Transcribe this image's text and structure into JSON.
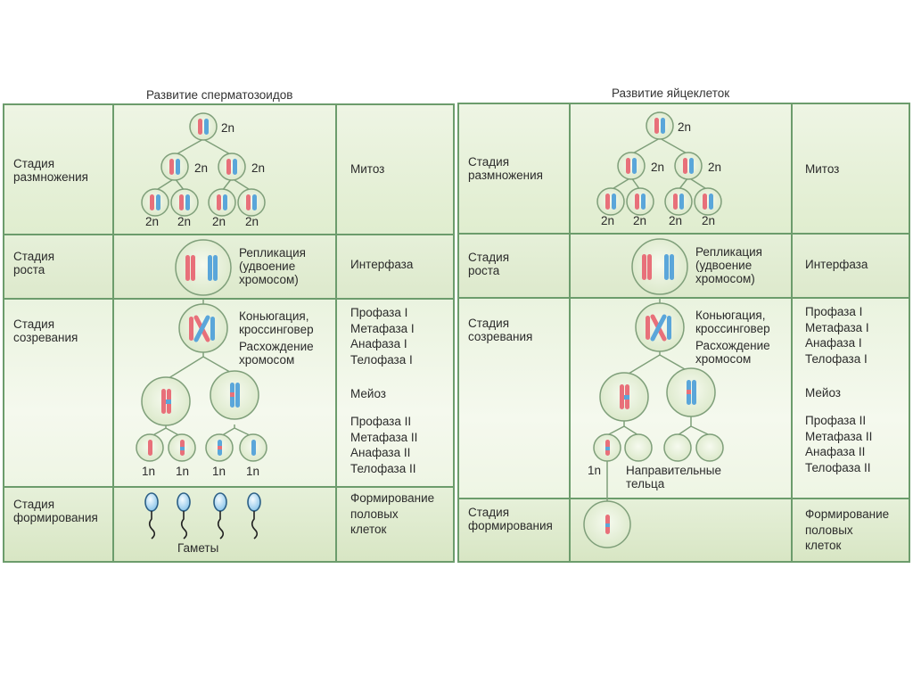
{
  "spermatogenesis": {
    "title": "Развитие сперматозоидов",
    "stages": [
      "Стадия размножения",
      "Стадия роста",
      "Стадия созревания",
      "Стадия формирования"
    ],
    "processes": [
      "Митоз",
      "Интерфаза",
      "Профаза I\nМетафаза I\nАнафаза I\nТелофаза I",
      "Мейоз",
      "Профаза II\nМетафаза II\nАнафаза II\nТелофаза II",
      "Формирование\nполовых\nклеток"
    ],
    "ploidy_2n": "2n",
    "ploidy_1n": "1n",
    "replication_line1": "Репликация",
    "replication_line2": "(удвоение",
    "replication_line3": "хромосом)",
    "conj_line1": "Коньюгация,",
    "conj_line2": "кроссинговер",
    "conj_line3": "Расхождение",
    "conj_line4": "хромосом",
    "gametes": "Гаметы"
  },
  "oogenesis": {
    "title": "Развитие яйцеклеток",
    "stages": [
      "Стадия размножения",
      "Стадия роста",
      "Стадия созревания",
      "Стадия формирования"
    ],
    "processes": [
      "Митоз",
      "Интерфаза",
      "Профаза I\nМетафаза I\nАнафаза I\nТелофаза I",
      "Мейоз",
      "Профаза II\nМетафаза II\nАнафаза II\nТелофаза II",
      "Формирование\nполовых\nклеток"
    ],
    "ploidy_2n": "2n",
    "ploidy_1n": "1n",
    "replication_line1": "Репликация",
    "replication_line2": "(удвоение",
    "replication_line3": "хромосом)",
    "conj_line1": "Коньюгация,",
    "conj_line2": "кроссинговер",
    "conj_line3": "Расхождение",
    "conj_line4": "хромосом",
    "polar_line1": "Направительные",
    "polar_line2": "тельца"
  },
  "colors": {
    "border": "#6c9c6c",
    "chromosome_red": "#e8707a",
    "chromosome_blue": "#5aa6da",
    "cell_fill": "#e9f2dc",
    "cell_stroke": "#7f9f7a"
  }
}
